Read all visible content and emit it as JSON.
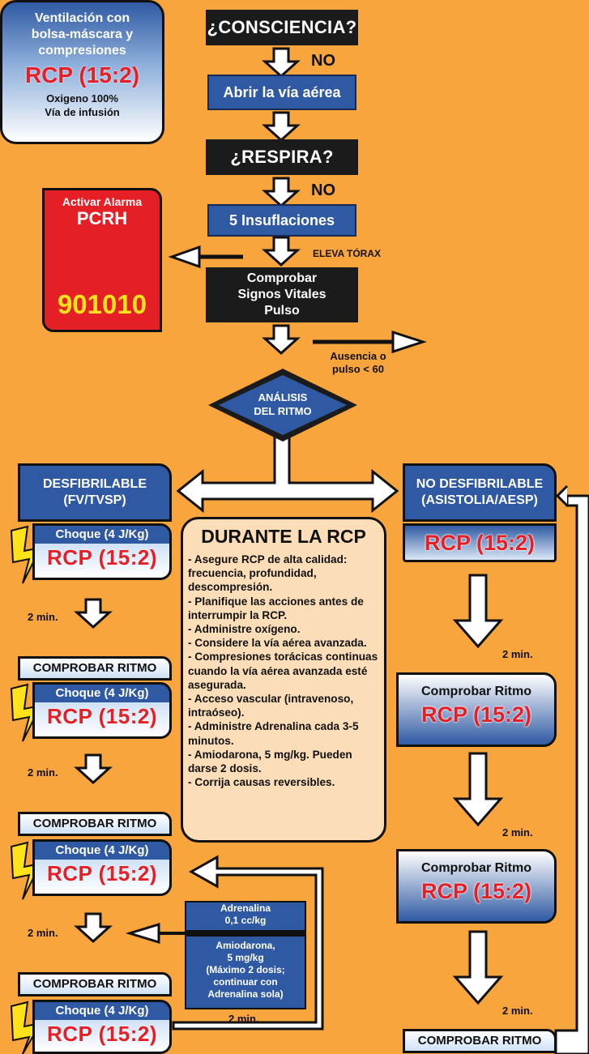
{
  "top": {
    "consciencia": "¿CONSCIENCIA?",
    "no1": "NO",
    "abrir": "Abrir la vía aérea",
    "respira": "¿RESPIRA?",
    "no2": "NO",
    "insuflaciones": "5 Insuflaciones",
    "eleva": "ELEVA TÓRAX",
    "comprobar_l1": "Comprobar",
    "comprobar_l2": "Signos Vitales",
    "comprobar_l3": "Pulso",
    "ausencia_l1": "Ausencia o",
    "ausencia_l2": "pulso < 60",
    "analisis_l1": "ANÁLISIS",
    "analisis_l2": "DEL RITMO"
  },
  "alarm": {
    "line1": "Activar Alarma",
    "line2": "PCRH",
    "phone": "901010",
    "icon": "telephone-icon"
  },
  "ventilacion": {
    "l1": "Ventilación con",
    "l2": "bolsa-máscara y",
    "l3": "compresiones",
    "rcp": "RCP (15:2)",
    "f1": "Oxigeno 100%",
    "f2": "Vía de infusión"
  },
  "left": {
    "title_l1": "DESFIBRILABLE",
    "title_l2": "(FV/TVSP)",
    "choque": "Choque (4 J/Kg)",
    "rcp": "RCP (15:2)",
    "dos_min": "2 min.",
    "comprobar": "COMPROBAR RITMO"
  },
  "right": {
    "title_l1": "NO DESFIBRILABLE",
    "title_l2": "(ASISTOLIA/AESP)",
    "rcp": "RCP (15:2)",
    "dos_min": "2 min.",
    "comprobar_ritmo": "Comprobar Ritmo",
    "comprobar_caps": "COMPROBAR RITMO"
  },
  "durante": {
    "title": "DURANTE LA RCP",
    "items": [
      "- Asegure RCP de alta calidad: frecuencia, profundidad, descompresión.",
      "- Planifique las acciones antes de interrumpir la RCP.",
      "- Administre oxígeno.",
      "- Considere la vía aérea avanzada.",
      "- Compresiones torácicas continuas cuando la vía aérea avanzada esté asegurada.",
      "- Acceso vascular (intravenoso, intraóseo).",
      "- Administre Adrenalina cada 3-5 minutos.",
      "- Amiodarona, 5 mg/kg. Pueden darse 2 dosis.",
      "- Corrija causas reversibles."
    ]
  },
  "drugs": {
    "adrenalina_l1": "Adrenalina",
    "adrenalina_l2": "0,1 cc/kg",
    "amio_l1": "Amiodarona,",
    "amio_l2": "5 mg/kg",
    "amio_l3": "(Máximo 2 dosis;",
    "amio_l4": "continuar con",
    "amio_l5": "Adrenalina sola)",
    "dos_min": "2 min."
  },
  "icons": {
    "lightning": "lightning-bolt-icon",
    "arrow_down": "arrow-down-icon",
    "arrow_left": "arrow-left-icon",
    "arrow_right": "arrow-right-icon"
  },
  "colors": {
    "background": "#F8A53E",
    "dark_box": "#1b1b1b",
    "blue_box": "#2f5aa3",
    "red": "#e41f25",
    "yellow": "#FFE21A",
    "durante_bg": "#FBDDB8"
  }
}
